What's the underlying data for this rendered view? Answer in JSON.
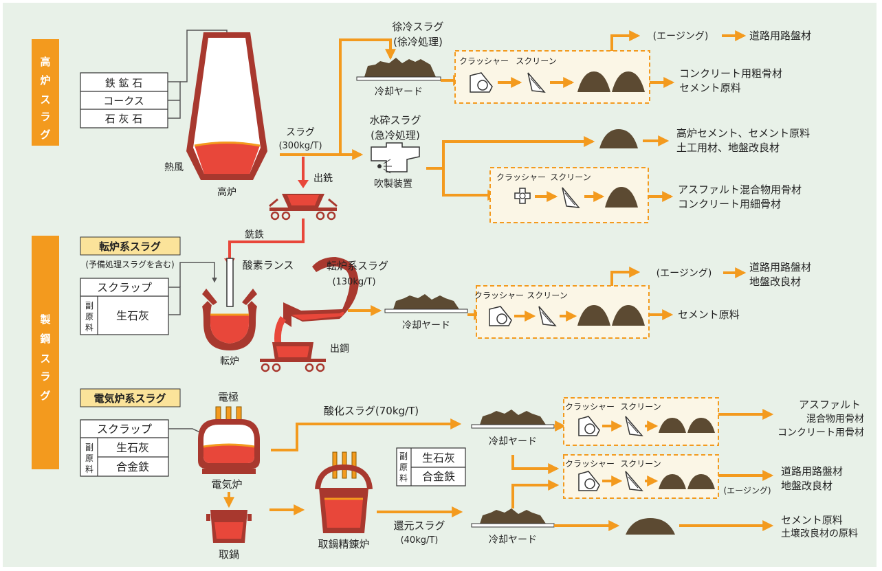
{
  "sections": {
    "blast": [
      "高",
      "炉",
      "ス",
      "ラ",
      "グ"
    ],
    "steel": [
      "製",
      "鋼",
      "ス",
      "ラ",
      "グ"
    ]
  },
  "blast": {
    "inputs": [
      "鉄 鉱 石",
      "コークス",
      "石 灰 石"
    ],
    "hot_air": "熱風",
    "furnace": "高炉",
    "slag": "スラグ",
    "slag_amount": "(300kg/T)",
    "tapping": "出銑",
    "pig_iron": "銑鉄"
  },
  "slow_cool": {
    "title": "徐冷スラグ",
    "sub": "(徐冷処理)",
    "yard": "冷却ヤード",
    "crusher": "クラッシャー",
    "screen": "スクリーン",
    "aging": "(エージング)",
    "out_road": "道路用路盤材",
    "out_concrete": "コンクリート用粗骨材",
    "out_cement": "セメント原料"
  },
  "water": {
    "title": "水砕スラグ",
    "sub": "(急冷処理)",
    "device": "吹製装置",
    "crusher": "クラッシャー",
    "screen": "スクリーン",
    "out1a": "高炉セメント、セメント原料",
    "out1b": "土工用材、地盤改良材",
    "out2a": "アスファルト混合物用骨材",
    "out2b": "コンクリート用細骨材"
  },
  "converter": {
    "badge": "転炉系スラグ",
    "note": "(予備処理スラグを含む)",
    "scrap": "スクラップ",
    "sub_mat": [
      "副",
      "原",
      "料"
    ],
    "lime": "生石灰",
    "lance": "酸素ランス",
    "furnace": "転炉",
    "slag": "転炉系スラグ",
    "slag_amount": "(130kg/T)",
    "tapping": "出鋼",
    "yard": "冷却ヤード",
    "crusher": "クラッシャー",
    "screen": "スクリーン",
    "aging": "(エージング)",
    "out_road": "道路用路盤材",
    "out_ground": "地盤改良材",
    "out_cement": "セメント原料"
  },
  "eaf": {
    "badge": "電気炉系スラグ",
    "electrode": "電極",
    "scrap": "スクラップ",
    "sub_mat": [
      "副",
      "原",
      "料"
    ],
    "lime": "生石灰",
    "alloy": "合金鉄",
    "furnace": "電気炉",
    "ladle": "取鍋",
    "refine": "取鍋精錬炉",
    "ox_slag": "酸化スラグ(70kg/T)",
    "red_slag": "還元スラグ",
    "red_amount": "(40kg/T)",
    "yard1": "冷却ヤード",
    "yard2": "冷却ヤード",
    "crusher": "クラッシャー",
    "screen": "スクリーン",
    "aging": "(エージング)",
    "out1a": "アスファルト",
    "out1b": "混合物用骨材",
    "out1c": "コンクリート用骨材",
    "out2a": "道路用路盤材",
    "out2b": "地盤改良材",
    "out3a": "セメント原料",
    "out3b": "土壌改良材の原料"
  },
  "colors": {
    "panel": "#e8f1e8",
    "orange": "#f39a1e",
    "badge_yellow": "#fbe39a",
    "molten": "#e8473a",
    "furnace": "#a8382e",
    "pile": "#5c4a32",
    "dashed_box": "#fbf6e6"
  }
}
